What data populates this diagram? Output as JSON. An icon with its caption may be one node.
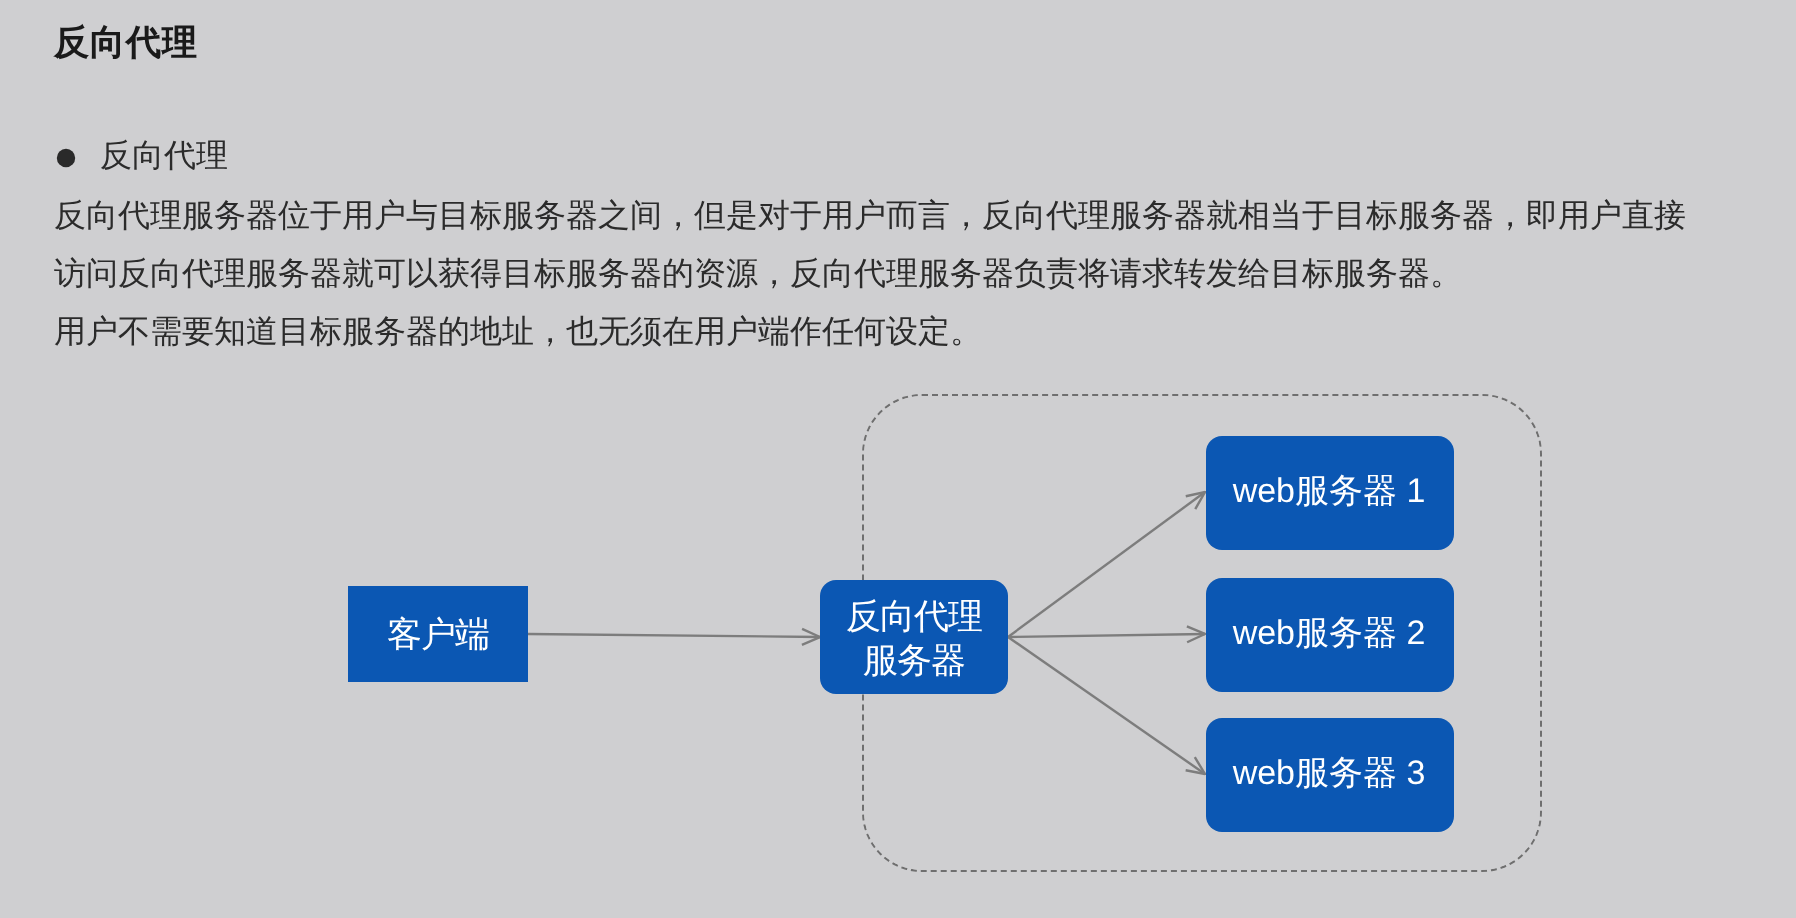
{
  "diagram": {
    "title": "反向代理",
    "nodes": [
      {
        "text": [
          "客户端"
        ]
      },
      {
        "text": [],
        "shape": "box"
      },
      {
        "text": [
          "反向代理服务器"
        ]
      },
      {
        "text": [
          "web服务器 1"
        ],
        "in": 1
      },
      {
        "text": [
          "web服务器 2"
        ],
        "in": 1
      },
      {
        "text": [
          "web服务器 3"
        ],
        "in": 1
      }
    ],
    "edges": [
      {
        "from": 0,
        "to": 2,
        "arrow": "to"
      },
      {
        "from": 2,
        "to": 3,
        "arrow": "to"
      },
      {
        "from": 2,
        "to": 4,
        "arrow": "to"
      },
      {
        "from": 2,
        "to": 5,
        "arrow": "to"
      }
    ],
    "labels": [
      "反向代理",
      "反向代理服务器位于用户与目标服务器之间，但是对于用户而言，反向代理服务器就相当于目标服务器，即用户直接访问反向代理服务器就可以获得目标服务器的资源，反向代理服务器负责将请求转发给目标服务器。",
      "用户不需要知道目标服务器的地址，也无须在用户端作任何设定。"
    ]
  }
}
